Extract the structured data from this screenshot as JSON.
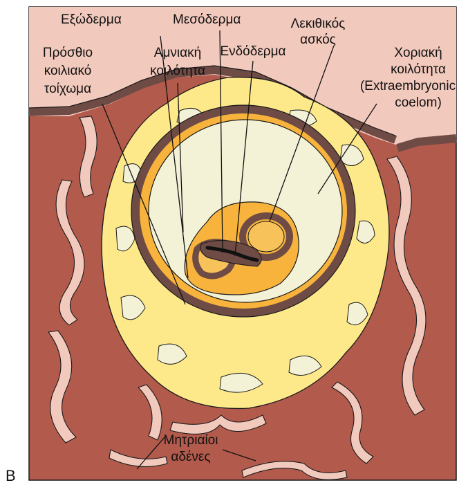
{
  "panel_label": "B",
  "labels": {
    "ectoderm": "Εξώδερμα",
    "mesoderm": "Μεσόδερμα",
    "yolk_sac": [
      "Λεκιθικός",
      "ασκός"
    ],
    "anterior_wall": [
      "Πρόσθιο",
      "κοιλιακό",
      "τοίχωμα"
    ],
    "amniotic_cavity": [
      "Αμνιακή",
      "κοιλότητα"
    ],
    "endoderm": "Ενδόδερμα",
    "chorionic_cavity": [
      "Χοριακή",
      "κοιλότητα",
      "(Extraembryonic",
      "coelom)"
    ],
    "uterine_glands": [
      "Μητριαίοι",
      "αδένες"
    ]
  },
  "colors": {
    "endometrium": "#b25a4c",
    "decidua_light": "#f2c9bd",
    "trophoblast_yellow": "#fde98a",
    "cavity_cream": "#f3f1d6",
    "embryo_orange": "#f7b33c",
    "cell_brown": "#6e4b44",
    "outline": "#1a1a1a"
  }
}
